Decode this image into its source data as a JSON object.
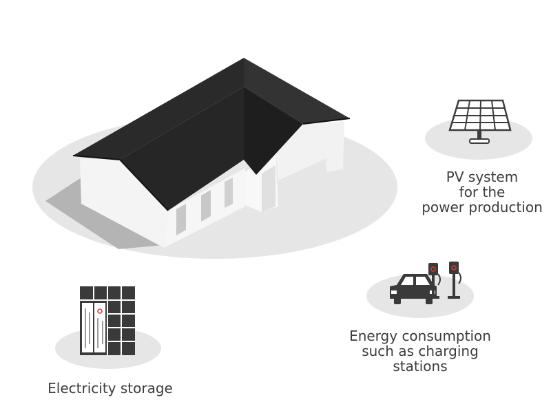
{
  "labels": {
    "pv": [
      "PV system",
      "for the",
      "power production"
    ],
    "ev": [
      "Energy consumption",
      "such as charging",
      "stations"
    ],
    "storage": [
      "Electricity storage"
    ]
  },
  "icons": {
    "house": "house-icon",
    "pv": "solar-panel-icon",
    "car": "car-icon",
    "charger": "charging-station-icon",
    "storage": "battery-storage-icon"
  },
  "colors": {
    "ground": "#e6e6e6",
    "roof": "#2b2b2b",
    "roof_dark": "#1f1f1f",
    "wall": "#f4f4f4",
    "shadow": "#b4b4b4",
    "icon": "#3c3c3c",
    "accent": "#e03c2c",
    "text": "#3c3c3c"
  }
}
